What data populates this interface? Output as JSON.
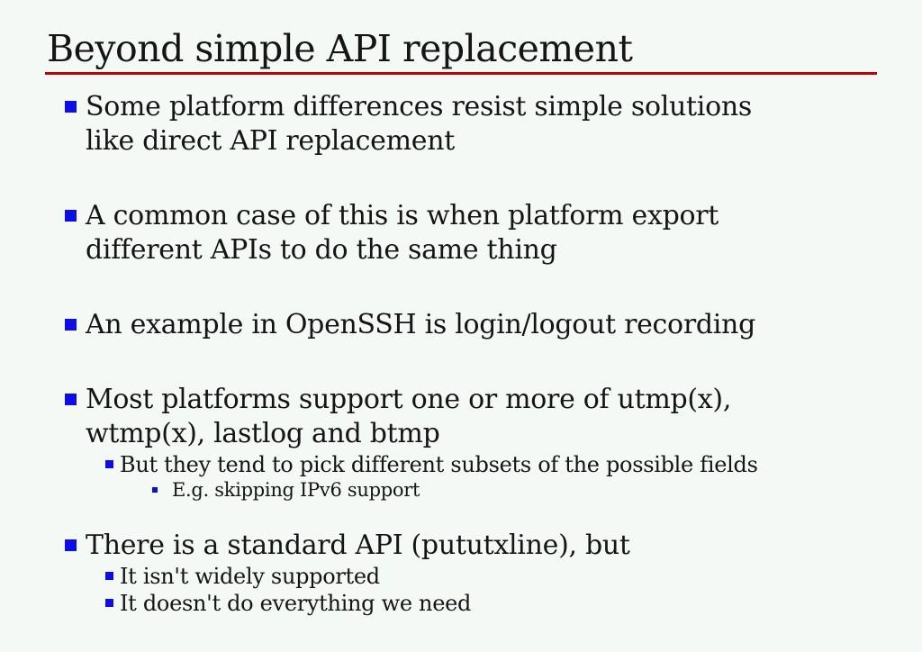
{
  "colors": {
    "background": "#f4f9f5",
    "text": "#151515",
    "rule_red": "#bb0404",
    "bullet_blue": "#0d0de8"
  },
  "slide": {
    "title": "Beyond simple API replacement",
    "bullets": [
      {
        "text": "Some platform differences resist simple solutions\nlike direct API replacement"
      },
      {
        "text": "A common case of this is when platform export\ndifferent APIs to do the same thing"
      },
      {
        "text": "An example in OpenSSH is login/logout recording"
      },
      {
        "text": "Most platforms support one or more of utmp(x),\nwtmp(x), lastlog and btmp",
        "children": [
          {
            "text": "But they tend to pick different subsets of the possible fields",
            "children": [
              {
                "text": "E.g. skipping IPv6 support"
              }
            ]
          }
        ]
      },
      {
        "text": "There is a standard API (pututxline), but",
        "children": [
          {
            "text": "It isn't widely supported"
          },
          {
            "text": "It doesn't do everything we need"
          }
        ]
      }
    ]
  }
}
